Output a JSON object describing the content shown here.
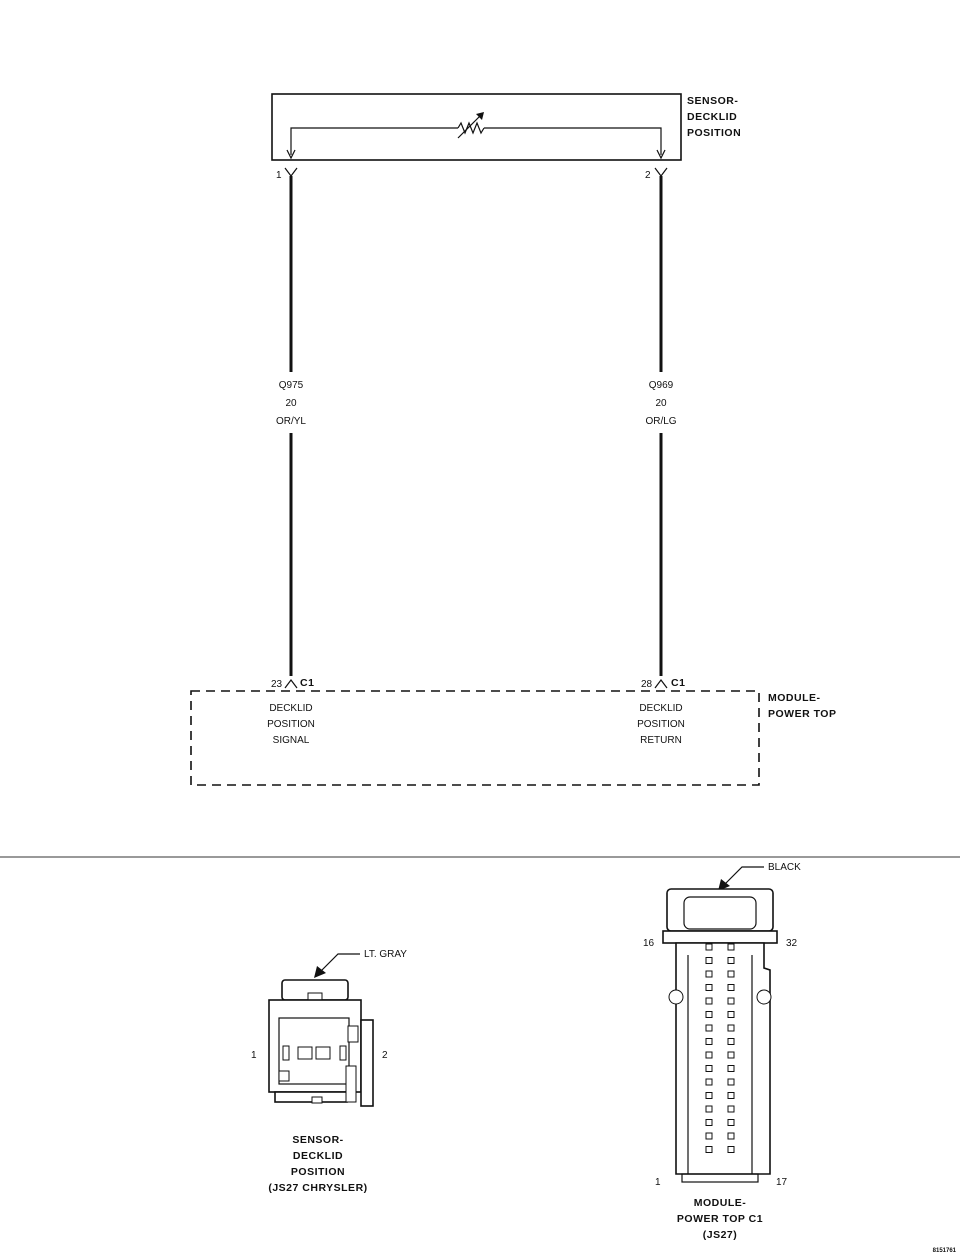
{
  "sensor": {
    "title_lines": [
      "SENSOR-",
      "DECKLID",
      "POSITION"
    ],
    "pin_left": "1",
    "pin_right": "2"
  },
  "wires": [
    {
      "circuit": "Q975",
      "gauge": "20",
      "color": "OR/YL"
    },
    {
      "circuit": "Q969",
      "gauge": "20",
      "color": "OR/LG"
    }
  ],
  "module": {
    "title_lines": [
      "MODULE-",
      "POWER TOP"
    ],
    "connector": "C1",
    "left_pin": "23",
    "right_pin": "28",
    "left_function": [
      "DECKLID",
      "POSITION",
      "SIGNAL"
    ],
    "right_function": [
      "DECKLID",
      "POSITION",
      "RETURN"
    ]
  },
  "sensor_connector": {
    "color": "LT. GRAY",
    "pin_left": "1",
    "pin_right": "2",
    "caption_lines": [
      "SENSOR-",
      "DECKLID",
      "POSITION",
      "(JS27 CHRYSLER)"
    ]
  },
  "module_connector": {
    "color": "BLACK",
    "pin_top_left": "16",
    "pin_top_right": "32",
    "pin_bottom_left": "1",
    "pin_bottom_right": "17",
    "caption_lines": [
      "MODULE-",
      "POWER TOP C1",
      "(JS27)"
    ]
  },
  "figure_id": "8151761"
}
